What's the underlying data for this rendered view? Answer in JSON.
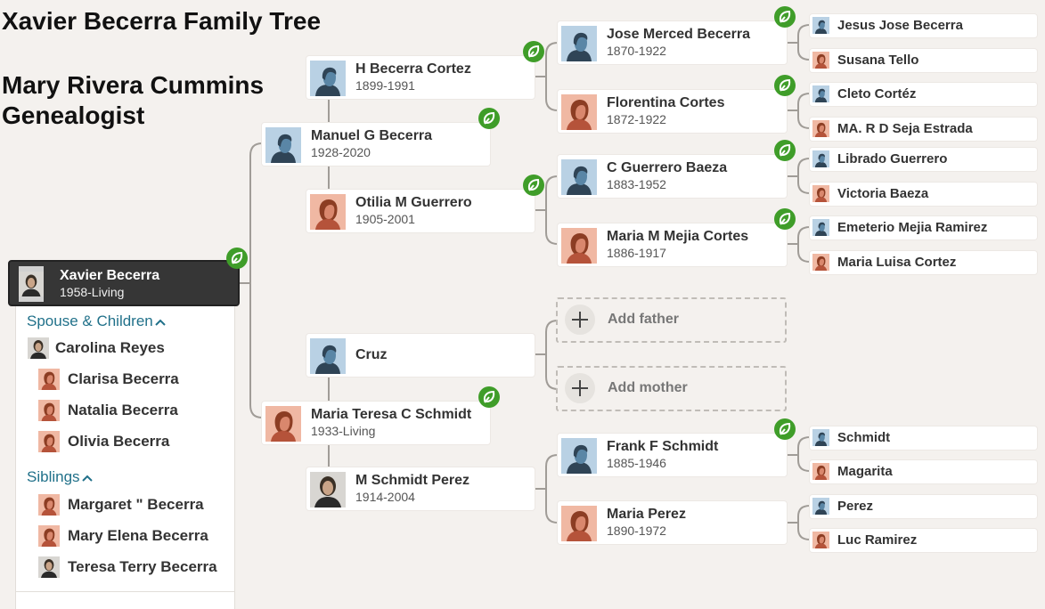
{
  "header": {
    "title": "Xavier Becerra Family Tree",
    "subtitle_line1": "Mary Rivera Cummins",
    "subtitle_line2": "Genealogist"
  },
  "colors": {
    "hint_leaf": "#3f9d29",
    "link": "#21718a",
    "male": "#b9d1e4",
    "female": "#f0b8a3",
    "focus_card": "#363636"
  },
  "focus": {
    "name": "Xavier Becerra",
    "dates": "1958-Living",
    "icon": "photo"
  },
  "panel": {
    "spouse_children_label": "Spouse & Children",
    "spouse": {
      "name": "Carolina Reyes",
      "icon": "photo"
    },
    "children": [
      {
        "name": "Clarisa Becerra",
        "icon": "female-icon"
      },
      {
        "name": "Natalia Becerra",
        "icon": "female-icon"
      },
      {
        "name": "Olivia Becerra",
        "icon": "female-icon"
      }
    ],
    "siblings_label": "Siblings",
    "siblings": [
      {
        "name": "Margaret \" Becerra",
        "icon": "female-icon"
      },
      {
        "name": "Mary Elena Becerra",
        "icon": "female-icon"
      },
      {
        "name": "Teresa Terry Becerra",
        "icon": "photo"
      }
    ]
  },
  "parents": {
    "father": {
      "name": "Manuel G Becerra",
      "dates": "1928-2020"
    },
    "mother": {
      "name": "Maria Teresa C Schmidt",
      "dates": "1933-Living"
    }
  },
  "grandparents": {
    "paternal_grandfather": {
      "name": "H Becerra Cortez",
      "dates": "1899-1991"
    },
    "paternal_grandmother": {
      "name": "Otilia M Guerrero",
      "dates": "1905-2001"
    },
    "maternal_grandfather": {
      "name": "Cruz",
      "dates": ""
    },
    "maternal_grandmother": {
      "name": "M Schmidt Perez",
      "dates": "1914-2004"
    }
  },
  "great_grandparents": [
    {
      "name": "Jose Merced Becerra",
      "dates": "1870-1922"
    },
    {
      "name": "Florentina Cortes",
      "dates": "1872-1922"
    },
    {
      "name": "C Guerrero Baeza",
      "dates": "1883-1952"
    },
    {
      "name": "Maria M Mejia Cortes",
      "dates": "1886-1917"
    },
    {
      "name": "Frank F Schmidt",
      "dates": "1885-1946"
    },
    {
      "name": "Maria Perez",
      "dates": "1890-1972"
    }
  ],
  "add_placeholders": {
    "father": "Add father",
    "mother": "Add mother"
  },
  "g2x": [
    {
      "name": "Jesus Jose Becerra"
    },
    {
      "name": "Susana Tello"
    },
    {
      "name": "Cleto Cortéz"
    },
    {
      "name": "MA. R D Seja Estrada"
    },
    {
      "name": "Librado Guerrero"
    },
    {
      "name": "Victoria Baeza"
    },
    {
      "name": "Emeterio Mejia Ramirez"
    },
    {
      "name": "Maria Luisa Cortez"
    },
    {
      "name": "Schmidt"
    },
    {
      "name": "Magarita"
    },
    {
      "name": "Perez"
    },
    {
      "name": "Luc Ramirez"
    }
  ]
}
